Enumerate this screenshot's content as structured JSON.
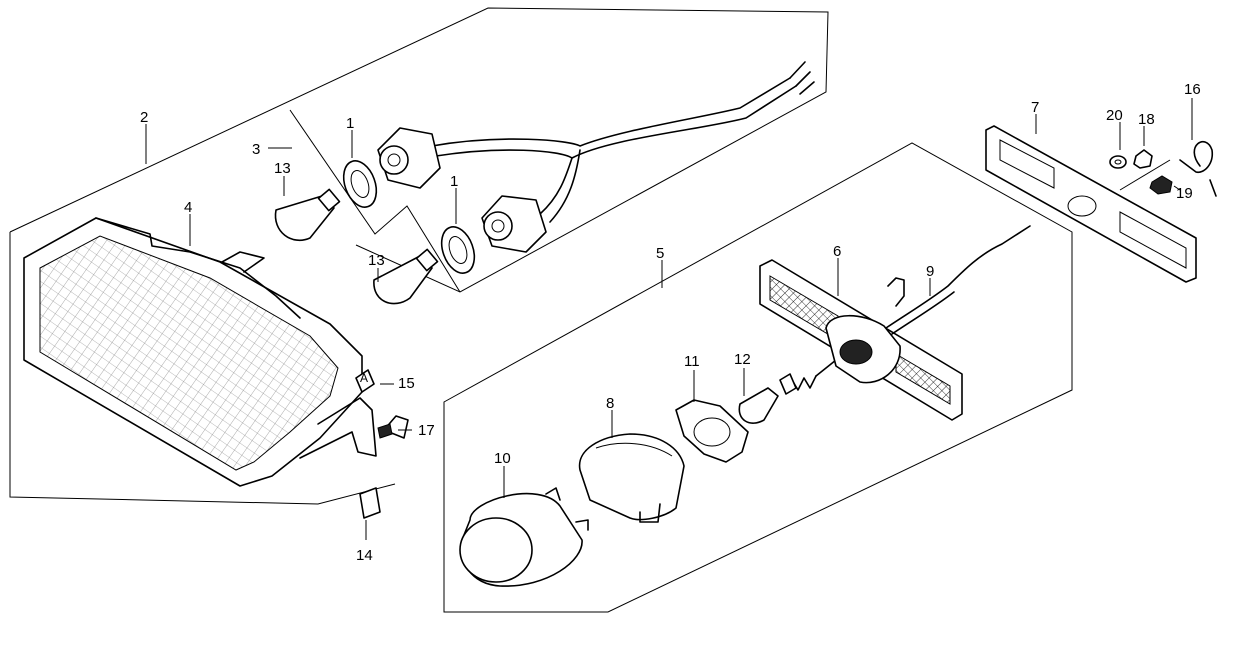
{
  "callouts": {
    "c1a": "1",
    "c1b": "1",
    "c2": "2",
    "c3": "3",
    "c4": "4",
    "c5": "5",
    "c6": "6",
    "c7": "7",
    "c8": "8",
    "c9": "9",
    "c10": "10",
    "c11": "11",
    "c12": "12",
    "c13a": "13",
    "c13b": "13",
    "c14": "14",
    "c15": "15",
    "c16": "16",
    "c17": "17",
    "c18": "18",
    "c19": "19",
    "c20": "20",
    "detail_letter": "A"
  }
}
